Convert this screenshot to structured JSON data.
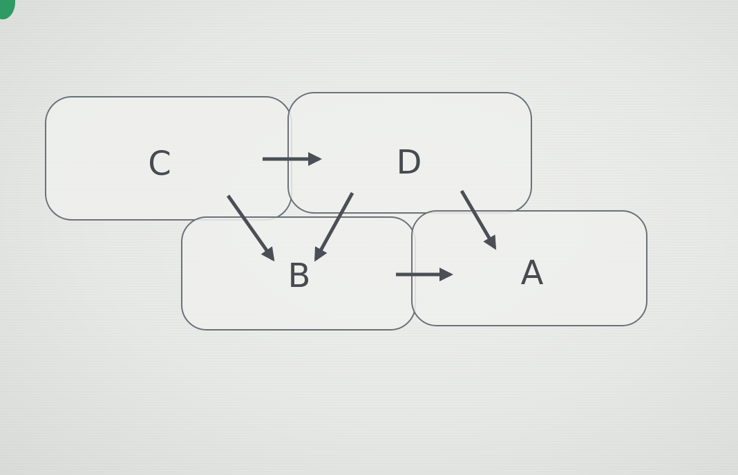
{
  "diagram": {
    "nodes": [
      {
        "id": "C",
        "label": "C"
      },
      {
        "id": "D",
        "label": "D"
      },
      {
        "id": "B",
        "label": "B"
      },
      {
        "id": "A",
        "label": "A"
      }
    ],
    "edges": [
      {
        "from": "C",
        "to": "D"
      },
      {
        "from": "C",
        "to": "B"
      },
      {
        "from": "D",
        "to": "B"
      },
      {
        "from": "D",
        "to": "A"
      },
      {
        "from": "B",
        "to": "A"
      }
    ]
  },
  "colors": {
    "box_stroke": "#6b7078",
    "text": "#474b50",
    "arrow": "#4b4f55",
    "accent_dot": "#2f9a63"
  }
}
